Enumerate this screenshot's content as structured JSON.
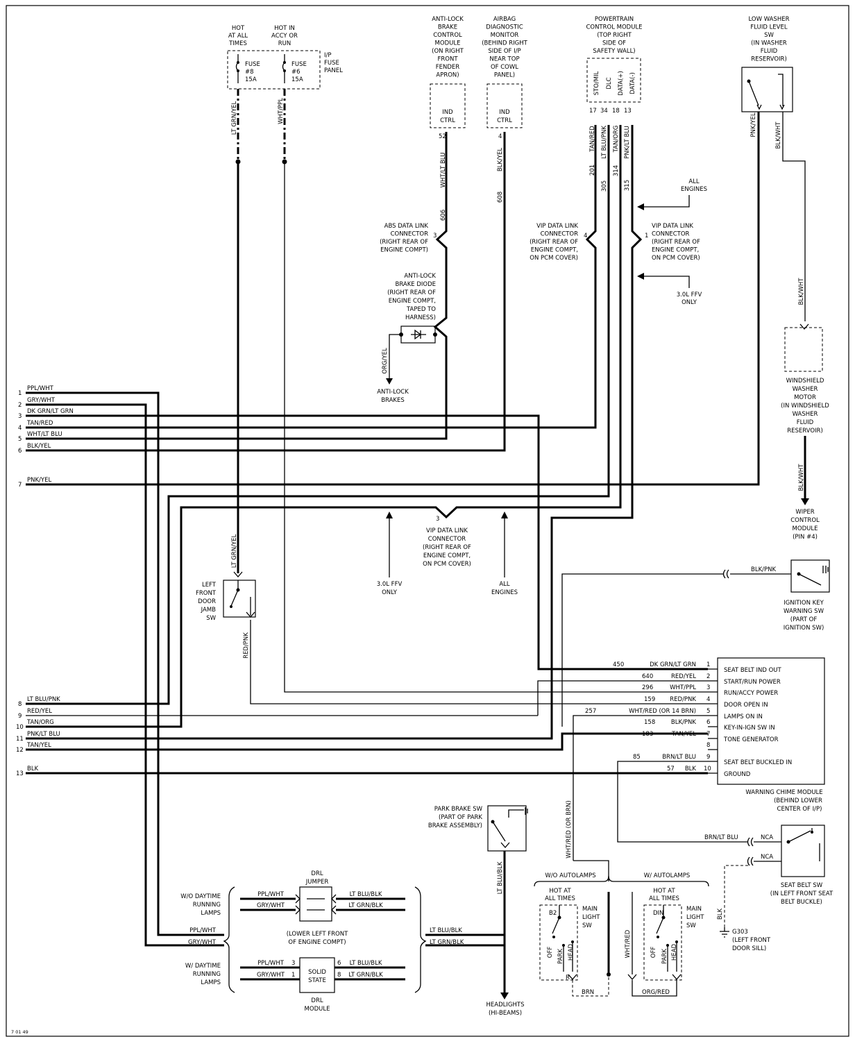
{
  "figure_id": "7 01 49",
  "fuse_panel": {
    "hot_label": [
      "HOT",
      "AT ALL",
      "TIMES"
    ],
    "hot_run_label": [
      "HOT IN",
      "ACCY OR",
      "RUN"
    ],
    "panel_label": [
      "I/P",
      "FUSE",
      "PANEL"
    ],
    "fuse8": [
      "FUSE",
      "#8",
      "15A"
    ],
    "fuse6": [
      "FUSE",
      "#6",
      "15A"
    ],
    "wire_a": "LT GRN/YEL",
    "wire_b": "WHT/PPL"
  },
  "abs_module": {
    "label": [
      "ANTI-LOCK",
      "BRAKE",
      "CONTROL",
      "MODULE",
      "(ON RIGHT",
      "FRONT",
      "FENDER",
      "APRON)"
    ],
    "box": [
      "IND",
      "CTRL"
    ],
    "pin": "52",
    "wire": "WHT/LT BLU",
    "circuit": "606"
  },
  "airbag_monitor": {
    "label": [
      "AIRBAG",
      "DIAGNOSTIC",
      "MONITOR",
      "(BEHIND RIGHT",
      "SIDE OF I/P",
      "NEAR TOP",
      "OF COWL",
      "PANEL)"
    ],
    "box": [
      "IND",
      "CTRL"
    ],
    "pin": "4",
    "wire": "BLK/YEL",
    "circuit": "608"
  },
  "pcm": {
    "label": [
      "POWERTRAIN",
      "CONTROL MODULE",
      "(TOP RIGHT",
      "SIDE OF",
      "SAFETY WALL)"
    ],
    "pins": [
      "STO/MIL",
      "DLC",
      "DATA(+)",
      "DATA(-)"
    ],
    "pin_numbers": [
      "17",
      "34",
      "18",
      "13"
    ],
    "wires": [
      "TAN/RED",
      "LT BLU/PNK",
      "TAN/ORG",
      "PNK/LT BLU"
    ],
    "circuits": [
      "201",
      "305",
      "314",
      "315"
    ]
  },
  "washer_switch": {
    "label": [
      "LOW WASHER",
      "FLUID LEVEL",
      "SW",
      "(IN WASHER",
      "FLUID",
      "RESERVOIR)"
    ],
    "wire_left": "PNK/YEL",
    "wire_right": "BLK/WHT"
  },
  "all_engines_top": [
    "ALL",
    "ENGINES"
  ],
  "ffv_top": [
    "3.0L FFV",
    "ONLY"
  ],
  "abs_connector": {
    "label": [
      "ABS DATA LINK",
      "CONNECTOR",
      "(RIGHT REAR OF",
      "ENGINE COMPT)"
    ],
    "pin": "3"
  },
  "vip_left": {
    "label": [
      "VIP DATA LINK",
      "CONNECTOR",
      "(RIGHT REAR OF",
      "ENGINE COMPT,",
      "ON PCM COVER)"
    ],
    "pin": "4"
  },
  "vip_right": {
    "label": [
      "VIP DATA LINK",
      "CONNECTOR",
      "(RIGHT REAR OF",
      "ENGINE COMPT,",
      "ON PCM COVER)"
    ],
    "pin": "1"
  },
  "abs_diode": {
    "label": [
      "ANTI-LOCK",
      "BRAKE DIODE",
      "(RIGHT REAR OF",
      "ENGINE COMPT,",
      "TAPED TO",
      "HARNESS)"
    ],
    "wire": "ORG/YEL",
    "dest": [
      "ANTI-LOCK",
      "BRAKES"
    ]
  },
  "washer_motor": {
    "label": [
      "WINDSHIELD",
      "WASHER",
      "MOTOR",
      "(IN WINDSHIELD",
      "WASHER",
      "FLUID",
      "RESERVOIR)"
    ],
    "wire_in": "BLK/WHT",
    "wire_out": "BLK/WHT"
  },
  "wiper_module": [
    "WIPER",
    "CONTROL",
    "MODULE",
    "(PIN #4)"
  ],
  "left_harness": [
    {
      "num": "1",
      "wire": "PPL/WHT"
    },
    {
      "num": "2",
      "wire": "GRY/WHT"
    },
    {
      "num": "3",
      "wire": "DK GRN/LT GRN"
    },
    {
      "num": "4",
      "wire": "TAN/RED"
    },
    {
      "num": "5",
      "wire": "WHT/LT BLU"
    },
    {
      "num": "6",
      "wire": "BLK/YEL"
    },
    {
      "num": "7",
      "wire": "PNK/YEL"
    },
    {
      "num": "8",
      "wire": "LT BLU/PNK"
    },
    {
      "num": "9",
      "wire": "RED/YEL"
    },
    {
      "num": "10",
      "wire": "TAN/ORG"
    },
    {
      "num": "11",
      "wire": "PNK/LT BLU"
    },
    {
      "num": "12",
      "wire": "TAN/YEL"
    },
    {
      "num": "13",
      "wire": "BLK"
    }
  ],
  "vip_bottom": {
    "label": [
      "VIP DATA LINK",
      "CONNECTOR",
      "(RIGHT REAR OF",
      "ENGINE COMPT,",
      "ON PCM COVER)"
    ],
    "pin": "3"
  },
  "ffv_bottom": [
    "3.0L FFV",
    "ONLY"
  ],
  "all_engines_bottom": [
    "ALL",
    "ENGINES"
  ],
  "door_switch": {
    "label": [
      "LEFT",
      "FRONT",
      "DOOR",
      "JAMB",
      "SW"
    ],
    "wire_top": "LT GRN/YEL",
    "wire_bottom": "RED/PNK"
  },
  "ignition_switch": {
    "label": [
      "IGNITION KEY",
      "WARNING SW",
      "(PART OF",
      "IGNITION SW)"
    ],
    "wire": "BLK/PNK"
  },
  "chime_module": {
    "label": [
      "WARNING CHIME MODULE",
      "(BEHIND LOWER",
      "CENTER OF I/P)"
    ],
    "pins": [
      {
        "num": "1",
        "circuit": "450",
        "wire": "DK GRN/LT GRN",
        "func": "SEAT BELT IND OUT"
      },
      {
        "num": "2",
        "circuit": "640",
        "wire": "RED/YEL",
        "func": "START/RUN POWER"
      },
      {
        "num": "3",
        "circuit": "296",
        "wire": "WHT/PPL",
        "func": "RUN/ACCY POWER"
      },
      {
        "num": "4",
        "circuit": "159",
        "wire": "RED/PNK",
        "func": "DOOR OPEN IN"
      },
      {
        "num": "5",
        "circuit": "257",
        "wire": "WHT/RED (OR 14 BRN)",
        "func": "LAMPS ON IN"
      },
      {
        "num": "6",
        "circuit": "158",
        "wire": "BLK/PNK",
        "func": "KEY-IN-IGN SW IN"
      },
      {
        "num": "7",
        "circuit": "183",
        "wire": "TAN/YEL",
        "func": "TONE GENERATOR"
      },
      {
        "num": "8",
        "circuit": "",
        "wire": "",
        "func": ""
      },
      {
        "num": "9",
        "circuit": "85",
        "wire": "BRN/LT BLU",
        "func": "SEAT BELT BUCKLED IN"
      },
      {
        "num": "10",
        "circuit": "57",
        "wire": "BLK",
        "func": "GROUND"
      }
    ]
  },
  "park_brake": {
    "label": [
      "PARK BRAKE SW",
      "(PART OF PARK",
      "BRAKE ASSEMBLY)"
    ],
    "wire": "LT BLU/BLK"
  },
  "headlights": [
    "HEADLIGHTS",
    "(HI-BEAMS)"
  ],
  "drl": {
    "jumper": [
      "DRL",
      "JUMPER"
    ],
    "location": [
      "(LOWER LEFT FRONT",
      "OF ENGINE COMPT)"
    ],
    "module_box": [
      "SOLID",
      "STATE"
    ],
    "module": [
      "DRL",
      "MODULE"
    ],
    "without": [
      "W/O DAYTIME",
      "RUNNING",
      "LAMPS"
    ],
    "with": [
      "W/ DAYTIME",
      "RUNNING",
      "LAMPS"
    ],
    "left_wires": [
      "PPL/WHT",
      "GRY/WHT"
    ],
    "right_wires": [
      "LT BLU/BLK",
      "LT GRN/BLK"
    ],
    "module_pins_left": [
      "3",
      "1"
    ],
    "module_pins_right": [
      "6",
      "8"
    ]
  },
  "autolamps": {
    "without": "W/O AUTOLAMPS",
    "with": "W/ AUTOLAMPS",
    "hot": [
      "HOT AT",
      "ALL TIMES"
    ],
    "main_sw": [
      "MAIN",
      "LIGHT",
      "SW"
    ],
    "left_contacts": [
      "B2",
      "OFF",
      "PARK",
      "HEAD",
      "R"
    ],
    "right_contacts": [
      "DIN",
      "OFF",
      "PARK",
      "HEAD"
    ],
    "wire_vertical": "WHT/RED (OR BRN)",
    "wire_left": "BRN",
    "wire_right": "ORG/RED",
    "wire_right_vertical": "WHT/RED"
  },
  "seat_belt_switch": {
    "label": [
      "SEAT BELT SW",
      "(IN LEFT FRONT SEAT",
      "BELT BUCKLE)"
    ],
    "wire": "BRN/LT BLU",
    "nca1": "NCA",
    "nca2": "NCA",
    "ground_wire": "BLK"
  },
  "ground": {
    "label": [
      "G303",
      "(LEFT FRONT",
      "DOOR SILL)"
    ]
  }
}
